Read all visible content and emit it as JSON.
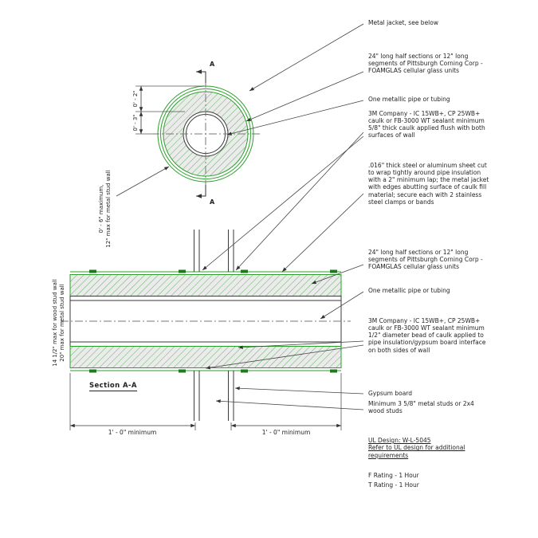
{
  "palette": {
    "green": "#2aa02a",
    "line": "#3a3a3a",
    "insulation_fill": "#ebebeb"
  },
  "plan_view": {
    "section_marker": "A",
    "dim_outer": "0' - 2\"",
    "dim_inner": "0' - 3\"",
    "left_note_line1": "0' - 6\" maximum,",
    "left_note_line2": "12\" max for metal stud wall"
  },
  "section_view": {
    "title": "Section A-A",
    "left_note_line1": "14 1/2\" max for wood stud wall",
    "left_note_line2": "20\" max for metal stud wall",
    "dim_left": "1' - 0\" minimum",
    "dim_right": "1' - 0\" minimum"
  },
  "callouts": [
    {
      "text": "Metal jacket, see below"
    },
    {
      "text": "24\" long half sections or 12\" long segments of Pittsburgh Corning Corp - FOAMGLAS cellular glass units"
    },
    {
      "text": "One metallic pipe or tubing"
    },
    {
      "text": "3M Company - IC 15WB+, CP 25WB+ caulk or FB-3000 WT sealant minimum 5/8\" thick caulk applied flush with both surfaces of wall"
    },
    {
      "text": ".016\" thick steel or aluminum sheet cut to wrap tightly around pipe insulation with a 2\" minimum lap; the metal jacket with edges abutting surface of caulk fill material; secure each with 2 stainless steel clamps or bands"
    },
    {
      "text": "24\" long half sections or 12\" long segments of Pittsburgh Corning Corp - FOAMGLAS cellular glass units"
    },
    {
      "text": "One metallic pipe or tubing"
    },
    {
      "text": "3M Company - IC 15WB+, CP 25WB+ caulk or FB-3000 WT sealant minimum 1/2\" diameter bead of caulk applied to pipe insulation/gypsum board interface on both sides of wall"
    },
    {
      "text": "Gypsum board"
    },
    {
      "text": "Minimum 3 5/8\" metal studs or 2x4 wood studs"
    }
  ],
  "notes": {
    "ul_design": "UL Design: W-L-5045",
    "ul_refer": "Refer to UL design for additional requirements",
    "f_rating": "F Rating - 1 Hour",
    "t_rating": "T Rating - 1 Hour"
  }
}
